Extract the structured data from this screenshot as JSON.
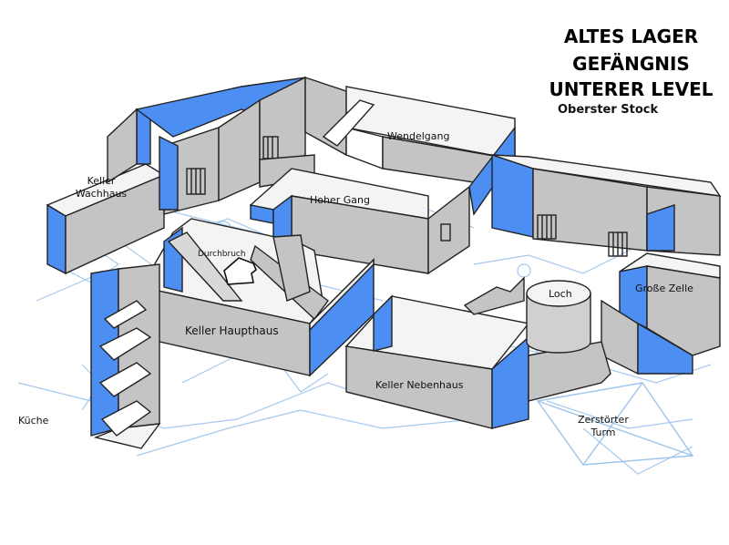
{
  "header": {
    "title_lines": [
      "ALTES LAGER",
      "GEFÄNGNIS",
      "UNTERER LEVEL"
    ],
    "subtitle": "Oberster Stock"
  },
  "rooms": {
    "keller_wachhaus": "Keller\nWachhaus",
    "wendelgang": "Wendelgang",
    "hoher_gang": "Hoher Gang",
    "durchbruch": "Durchbruch",
    "keller_haupthaus": "Keller Haupthaus",
    "loch": "Loch",
    "grosse_zelle": "Große Zelle",
    "keller_nebenhaus": "Keller Nebenhaus",
    "kueche": "Küche",
    "zerstoerter_turm": "Zerstörter\nTurm"
  },
  "colors": {
    "wall_blue": "#4d8ef2",
    "wall_grey": "#c4c4c4",
    "wall_top": "#f4f4f4",
    "floorplan_line": "#9cc4ec",
    "outline": "#222222"
  }
}
